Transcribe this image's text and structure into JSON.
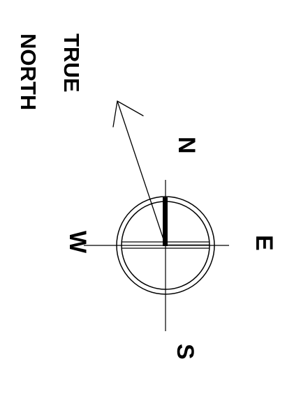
{
  "compass": {
    "north_label": "N",
    "south_label": "S",
    "east_label": "E",
    "west_label": "W",
    "true_north_line1": "TRUE",
    "true_north_line2": "NORTH",
    "ink_color": "#000000",
    "background_color": "#ffffff"
  }
}
